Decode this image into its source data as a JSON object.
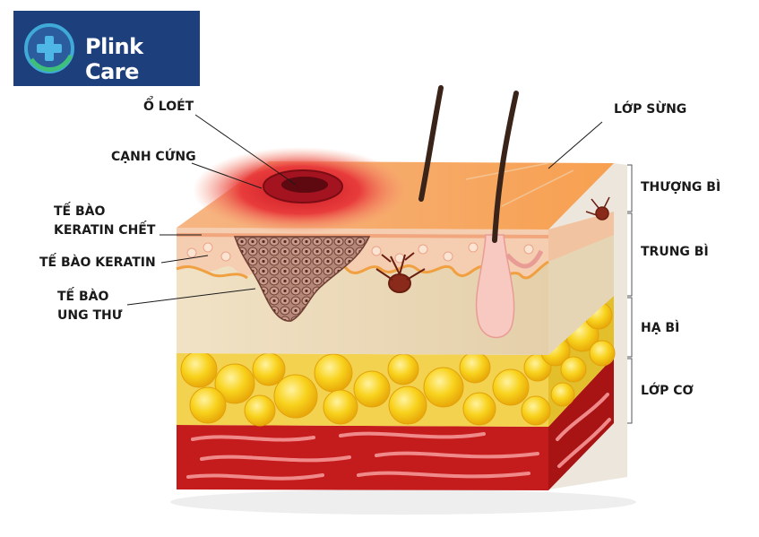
{
  "brand": {
    "name": "Plink Care",
    "icon": "medical-cross-icon",
    "bg_color": "#1d3f7c"
  },
  "labels_left": {
    "ulcer": "Ổ LOÉT",
    "hard_edge": "CẠNH CỨNG",
    "dead_keratin_line1": "TẾ BÀO",
    "dead_keratin_line2": "KERATIN CHẾT",
    "keratin_cell": "TẾ BÀO KERATIN",
    "cancer_cell_line1": "TẾ BÀO",
    "cancer_cell_line2": "UNG THƯ"
  },
  "labels_right": {
    "stratum_corneum": "LỚP SỪNG",
    "epidermis": "THƯỢNG BÌ",
    "dermis": "TRUNG BÌ",
    "hypodermis": "HẠ BÌ",
    "muscle": "LỚP CƠ"
  },
  "colors": {
    "epidermis": "#f7a35c",
    "ulcer": "#d9262c",
    "dermis": "#f3e7cf",
    "fat": "#f6c915",
    "muscle": "#c41c1c",
    "tumor": "#9a6a5e"
  }
}
